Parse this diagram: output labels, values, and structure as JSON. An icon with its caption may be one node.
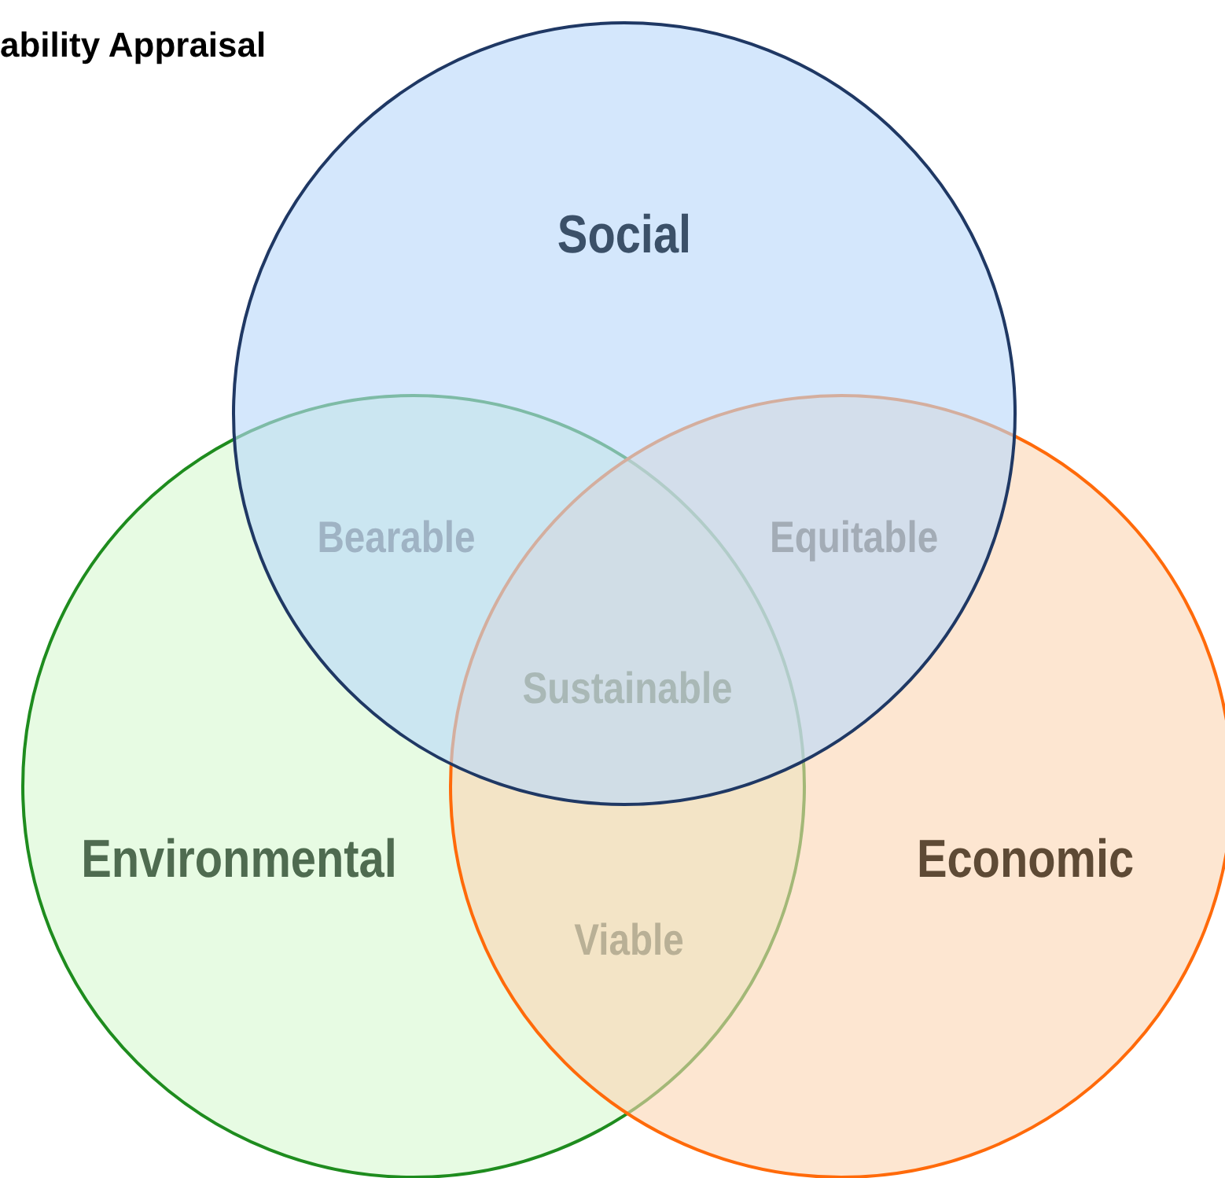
{
  "diagram": {
    "title": "ability Appraisal",
    "nodes": [
      {
        "text": [
          "Social"
        ]
      },
      {
        "text": [
          "Environmental"
        ]
      },
      {
        "text": [
          "Economic"
        ]
      }
    ],
    "labels": [
      "Bearable",
      "Equitable",
      "Sustainable",
      "Viable"
    ]
  }
}
